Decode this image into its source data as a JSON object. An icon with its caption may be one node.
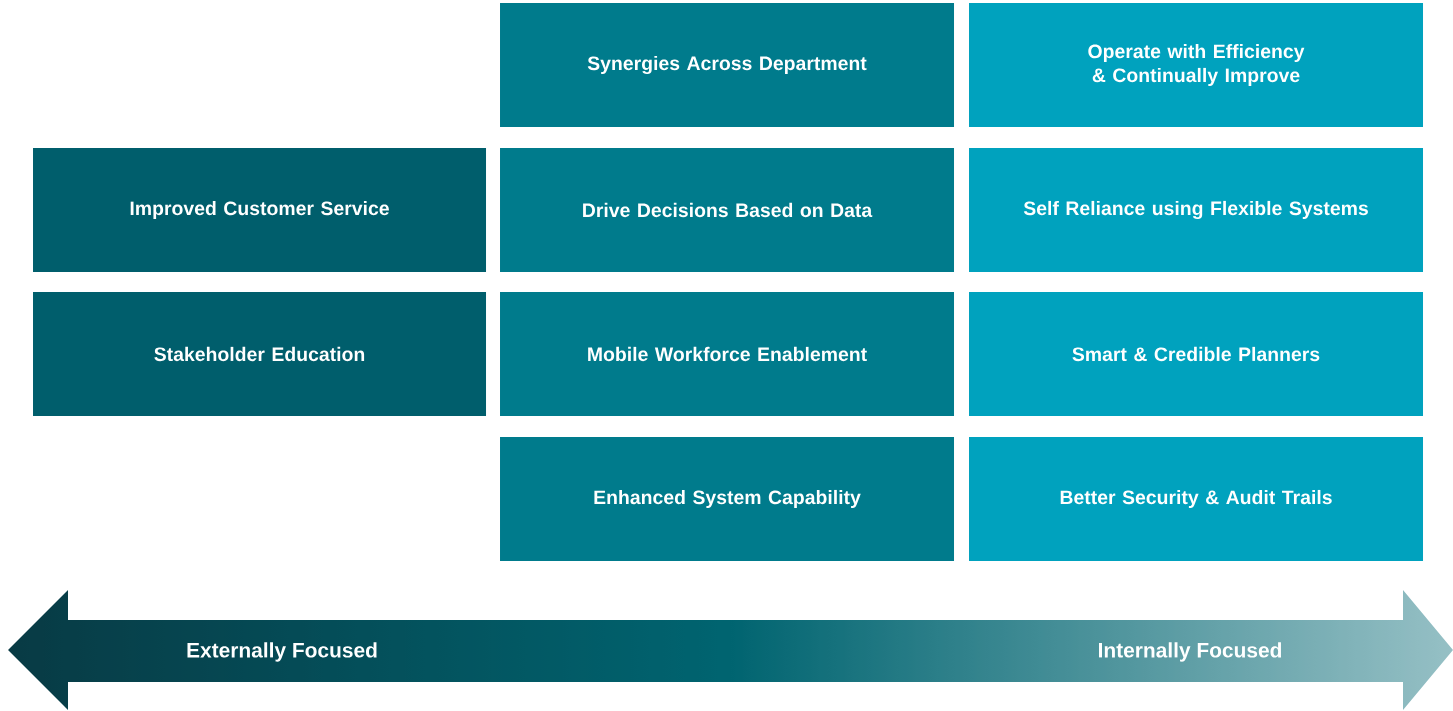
{
  "diagram": {
    "nodes": [
      {
        "text": [
          "Synergies Across Department"
        ]
      },
      {
        "text": [
          "Operate with Efficiency & Continually Improve"
        ]
      },
      {
        "text": [
          "Improved Customer Service"
        ]
      },
      {
        "text": [
          "Drive Decisions Based on Data"
        ]
      },
      {
        "text": [
          "Self Reliance using Flexible Systems"
        ]
      },
      {
        "text": [
          "Stakeholder Education"
        ]
      },
      {
        "text": [
          "Mobile Workforce Enablement"
        ]
      },
      {
        "text": [
          "Smart & Credible Planners"
        ]
      },
      {
        "text": [
          "Enhanced System Capability"
        ]
      },
      {
        "text": [
          "Better Security & Audit Trails"
        ]
      }
    ],
    "labels": [
      "Externally Focused",
      "Internally Focused"
    ]
  }
}
